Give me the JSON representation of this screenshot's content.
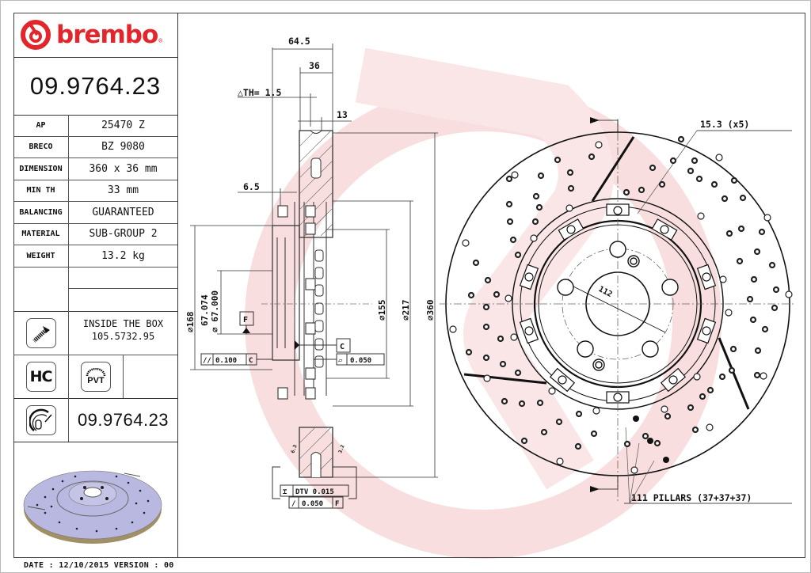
{
  "header": {
    "brand": "brembo",
    "brand_mark": "®",
    "part_number": "09.9764.23"
  },
  "specs": [
    {
      "label": "AP",
      "value": "25470 Z"
    },
    {
      "label": "BRECO",
      "value": "BZ 9080"
    },
    {
      "label": "DIMENSION",
      "value": "360 x 36 mm"
    },
    {
      "label": "MIN TH",
      "value": "33 mm"
    },
    {
      "label": "BALANCING",
      "value": "GUARANTEED"
    },
    {
      "label": "MATERIAL",
      "value": "SUB-GROUP 2"
    },
    {
      "label": "WEIGHT",
      "value": "13.2 kg"
    }
  ],
  "inside_box": {
    "icon": "screw-icon",
    "line1": "INSIDE THE BOX",
    "line2": "105.5732.95"
  },
  "badges": {
    "hc": "HC",
    "pvt": "PVT"
  },
  "reference": {
    "icon": "disc-caliper-icon",
    "part_number": "09.9764.23"
  },
  "footer": {
    "text": "DATE : 12/10/2015 VERSION : 00"
  },
  "drawing": {
    "section_view": {
      "dim_overall_width": "64.5",
      "dim_thickness": "36",
      "delta_th": "△TH= 1.5",
      "dim_vane": "13",
      "dim_offset": "6.5",
      "dia_168": "⌀168",
      "dia_bore_max": "67.074",
      "dia_bore_min": "⌀ 67.000",
      "datum_f": "F",
      "datum_c": "C",
      "parallelism": {
        "symbol": "//",
        "value": "0.100",
        "datum": "C"
      },
      "flatness": {
        "symbol": "▱",
        "value": "0.050"
      },
      "dia_155": "⌀155",
      "dia_217": "⌀217",
      "dia_360": "⌀360",
      "dtv": {
        "symbol": "⌶",
        "value": "DTV 0.015"
      },
      "runout": {
        "symbol": "/",
        "value": "0.050",
        "datum": "F"
      },
      "surface_finish_left": "6.3",
      "surface_finish_right": "3.2"
    },
    "front_view": {
      "bolt_holes": "15.3 (x5)",
      "pcd": "112",
      "pillars": "111 PILLARS (37+37+37)"
    },
    "accent_color": "#e3262c",
    "watermark_color": "#f7d9d9"
  }
}
